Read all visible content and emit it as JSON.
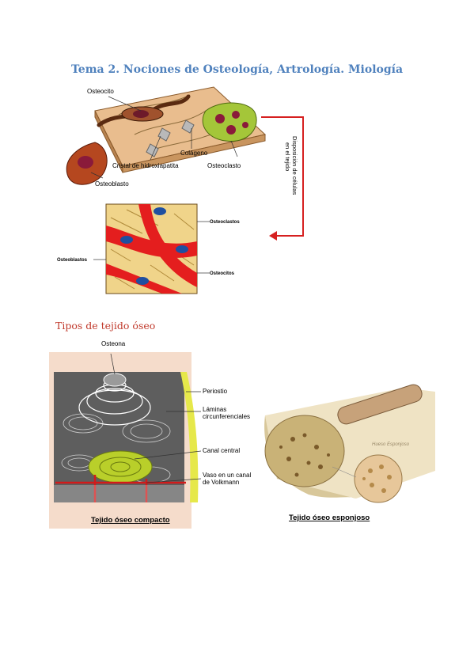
{
  "header": {
    "title": "Tema 2. Nociones de Osteología, Artrología. Miología"
  },
  "figure1": {
    "labels": {
      "osteocito": "Osteocito",
      "colageno": "Colágeno",
      "cristal": "Cristal de hidroxiapatita",
      "osteoclasto": "Osteoclasto",
      "osteoblasto": "Osteoblasto",
      "arrow_line1": "Disposición de células",
      "arrow_line2": "en el tejido"
    }
  },
  "figure2": {
    "labels": {
      "osteoclastos": "Osteoclastos",
      "osteoblastos": "Osteoblastos",
      "osteocitos": "Osteocitos"
    }
  },
  "section": {
    "subtitle": "Tipos de tejido óseo"
  },
  "figure3": {
    "labels": {
      "osteona": "Osteona",
      "periostio": "Periostio",
      "laminas_1": "Láminas",
      "laminas_2": "circunferenciales",
      "canal": "Canal central",
      "vaso_1": "Vaso en un canal",
      "vaso_2": "de Volkmann",
      "caption": "Tejido óseo compacto"
    }
  },
  "figure4": {
    "labels": {
      "hueso": "Hueso Esponjoso",
      "caption": "Tejido óseo esponjoso"
    }
  },
  "colors": {
    "title": "#4f81bd",
    "subtitle": "#c0392b",
    "arrow": "#d62020",
    "bone_red": "#e41e1e",
    "fiber_yellow": "#f0d48a"
  }
}
